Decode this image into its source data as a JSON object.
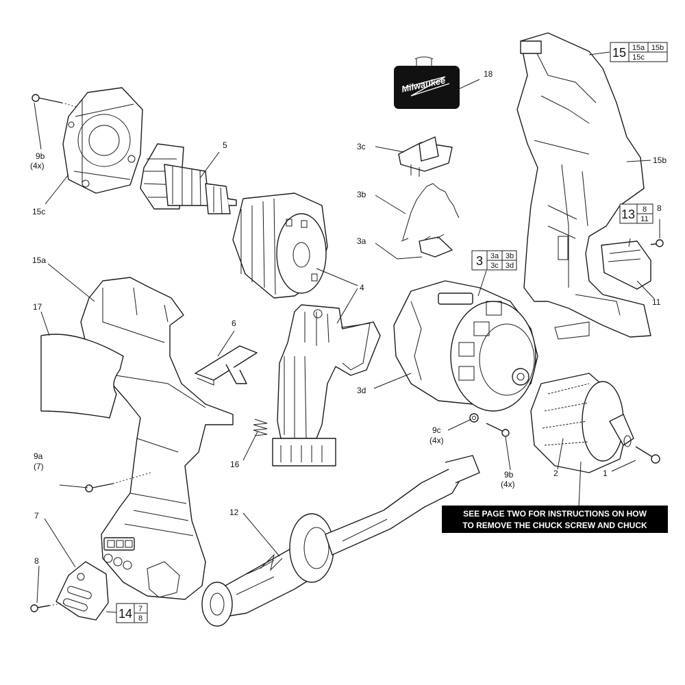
{
  "labels": {
    "p1": "1",
    "p2": "2",
    "p3": "3",
    "p3a": "3a",
    "p3b": "3b",
    "p3c": "3c",
    "p3d": "3d",
    "p4": "4",
    "p5": "5",
    "p6": "6",
    "p7": "7",
    "p8_left": "8",
    "p8_right": "8",
    "p9a": "9a",
    "p9a_qty": "(7)",
    "p9b_left": "9b",
    "p9b_left_qty": "(4x)",
    "p9b_right": "9b",
    "p9b_right_qty": "(4x)",
    "p9c": "9c",
    "p9c_qty": "(4x)",
    "p11": "11",
    "p12": "12",
    "p15a": "15a",
    "p15b": "15b",
    "p15c": "15c",
    "p16": "16",
    "p17": "17",
    "p18": "18"
  },
  "kit_boxes": {
    "box15": {
      "main": "15",
      "subs": [
        "15a",
        "15b",
        "15c"
      ]
    },
    "box3": {
      "main": "3",
      "subs": [
        "3a",
        "3b",
        "3c",
        "3d"
      ]
    },
    "box13": {
      "main": "13",
      "subs": [
        "8",
        "11"
      ]
    },
    "box14": {
      "main": "14",
      "subs": [
        "7",
        "8"
      ]
    }
  },
  "note": {
    "line1": "SEE PAGE TWO FOR INSTRUCTIONS ON HOW",
    "line2": "TO REMOVE THE CHUCK SCREW AND CHUCK"
  },
  "logo": {
    "text": "Milwaukee"
  }
}
